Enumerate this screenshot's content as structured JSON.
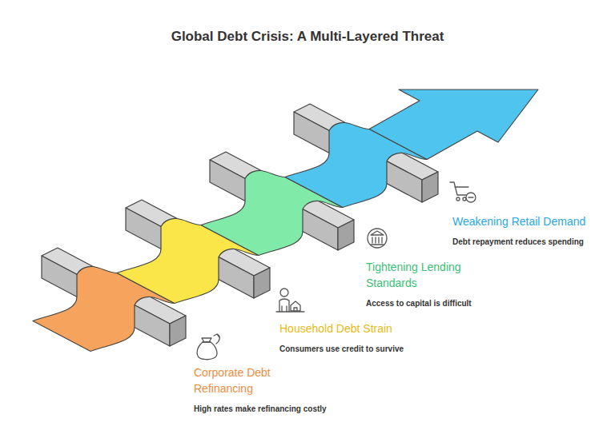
{
  "diagram": {
    "title": "Global Debt Crisis: A Multi-Layered Threat",
    "nodes": [
      {
        "text": [
          "Corporate Debt Refinancing",
          "High rates make refinancing costly"
        ]
      },
      {
        "text": [
          "Household Debt Strain",
          "Consumers use credit to survive"
        ]
      },
      {
        "text": [
          "Tightening Lending Standards",
          "Access to capital is difficult"
        ]
      },
      {
        "text": [
          "Weakening Retail Demand",
          "Debt repayment reduces spending"
        ]
      }
    ]
  }
}
